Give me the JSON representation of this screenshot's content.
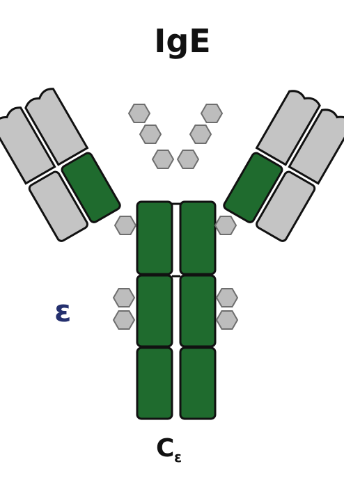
{
  "diagram": {
    "title": "IgE",
    "heavy_chain_label": "ε",
    "constant_label": "C",
    "constant_label_subscript": "ε",
    "colors": {
      "heavy_chain": "#1f6b2e",
      "light_chain": "#c4c4c4",
      "carbohydrate": "#bdbdbd",
      "outline": "#111111",
      "epsilon_label": "#24306e"
    }
  }
}
